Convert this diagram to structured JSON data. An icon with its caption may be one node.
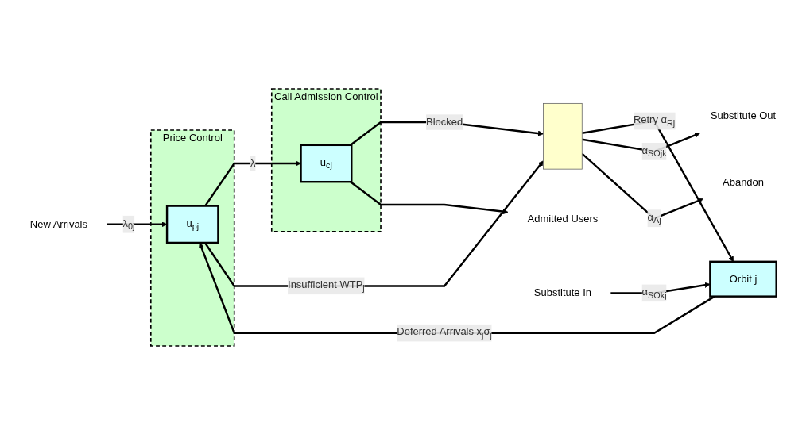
{
  "diagram": {
    "nodes": [
      {
        "text": [
          "Price Control"
        ]
      },
      {
        "text": [
          "u$_{pj}$"
        ],
        "in": 0
      },
      {
        "text": [
          "Call Admission Control"
        ]
      },
      {
        "text": [
          "u$_{cj}$"
        ],
        "in": 2
      },
      {
        "text": [
          "Orbit j"
        ]
      },
      {
        "text": [],
        "shape": "bar"
      },
      {
        "text": [
          "New Arrivals"
        ]
      },
      {
        "text": [
          "Admitted Users"
        ]
      },
      {
        "text": [
          "Substitute In"
        ]
      },
      {
        "text": [
          "Substitute Out"
        ]
      },
      {
        "text": [
          "Abandon"
        ]
      }
    ],
    "edges": [
      {
        "from": 6,
        "to": 1,
        "arrow": "to",
        "label": "λ$_{0j}$"
      },
      {
        "from": 4,
        "to": 1,
        "arrow": "to",
        "label": "Deferred Arrivals x$_{j}$σ$_{j}$"
      },
      {
        "from": 1,
        "to": 3,
        "arrow": "to",
        "label": "λ"
      },
      {
        "from": 1,
        "to": 5,
        "arrow": "to",
        "label": "Insufficient WTP$_{j}$"
      },
      {
        "from": 3,
        "to": 5,
        "arrow": "to",
        "label": "Blocked"
      },
      {
        "from": 3,
        "to": 7,
        "arrow": "to"
      },
      {
        "from": 5,
        "to": 4,
        "arrow": "to",
        "label": "Retry α$_{Rj}$"
      },
      {
        "from": 8,
        "to": 4,
        "arrow": "to",
        "label": "α$_{SOkj}$"
      },
      {
        "from": 5,
        "to": 9,
        "arrow": "to",
        "label": "α$_{SOjk}$"
      },
      {
        "from": 5,
        "to": 10,
        "arrow": "to",
        "label": "α$_{Aj}$"
      }
    ]
  }
}
